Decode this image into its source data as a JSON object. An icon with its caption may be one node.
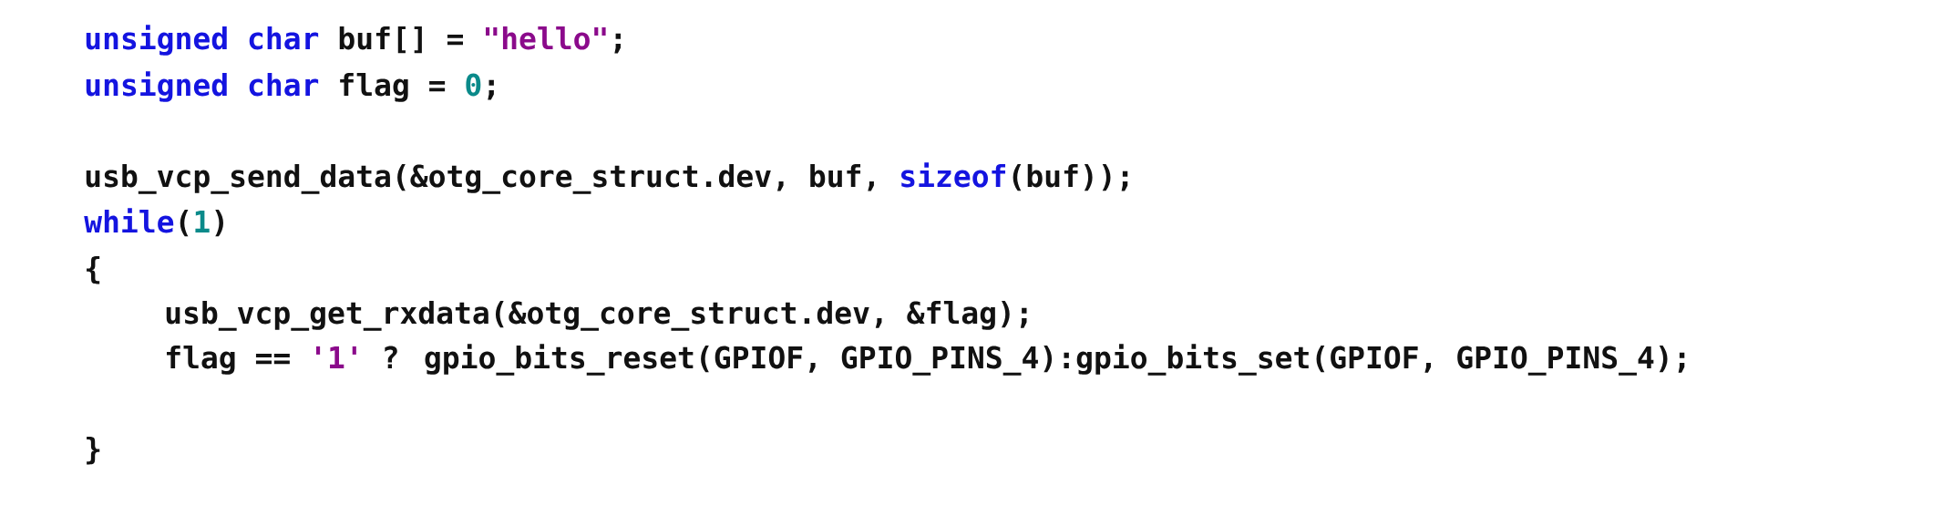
{
  "diagram": {
    "labels": [
      "unsigned char",
      "buf[] =",
      "\"hello\"",
      ";",
      "unsigned char",
      "flag =",
      "0",
      ";",
      "usb_vcp_send_data(&otg_core_struct.dev, buf,",
      "sizeof",
      "(buf));",
      "while",
      "(",
      "1",
      ")",
      "{",
      "usb_vcp_get_rxdata(&otg_core_struct.dev, &flag);",
      "flag ==",
      "'1'",
      "? gpio_bits_reset(GPIOF, GPIO_PINS_4):gpio_bits_set(GPIOF, GPIO_PINS_4);",
      "}"
    ]
  }
}
